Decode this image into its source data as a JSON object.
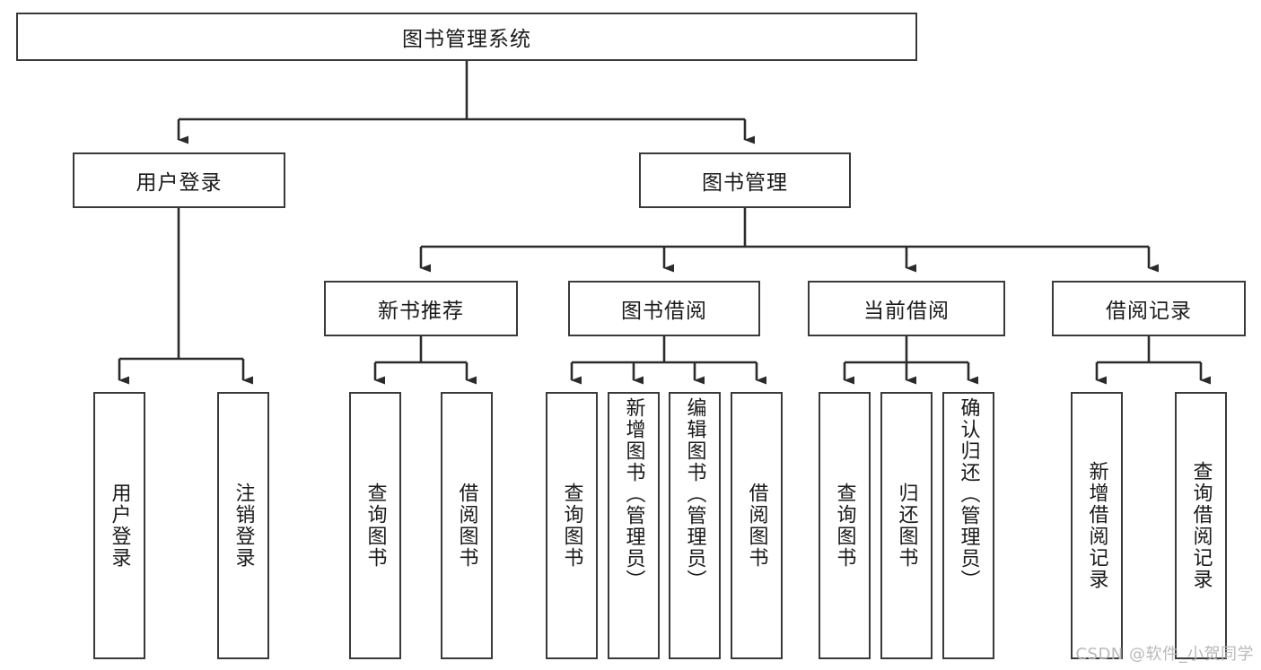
{
  "diagram": {
    "title": "图书管理系统",
    "type": "tree",
    "watermark": "CSDN @软件_小贺同学",
    "colors": {
      "box_border": "#3a3a3a",
      "box_fill": "#ffffff",
      "edge": "#2b2b2b",
      "text": "#1a1a1a",
      "watermark": "#b9b9b9"
    },
    "root": {
      "label": "图书管理系统"
    },
    "level2": [
      {
        "label": "用户登录"
      },
      {
        "label": "图书管理"
      }
    ],
    "level3": [
      {
        "label": "新书推荐"
      },
      {
        "label": "图书借阅"
      },
      {
        "label": "当前借阅"
      },
      {
        "label": "借阅记录"
      }
    ],
    "leaves": {
      "user_login": [
        {
          "label": "用户登录"
        },
        {
          "label": "注销登录"
        }
      ],
      "new_book_recommend": [
        {
          "label": "查询图书"
        },
        {
          "label": "借阅图书"
        }
      ],
      "book_borrow": [
        {
          "label": "查询图书"
        },
        {
          "label": "新增图书（管理员）"
        },
        {
          "label": "编辑图书（管理员）"
        },
        {
          "label": "借阅图书"
        }
      ],
      "current_borrow": [
        {
          "label": "查询图书"
        },
        {
          "label": "归还图书"
        },
        {
          "label": "确认归还（管理员）"
        }
      ],
      "borrow_record": [
        {
          "label": "新增借阅记录"
        },
        {
          "label": "查询借阅记录"
        }
      ]
    }
  }
}
